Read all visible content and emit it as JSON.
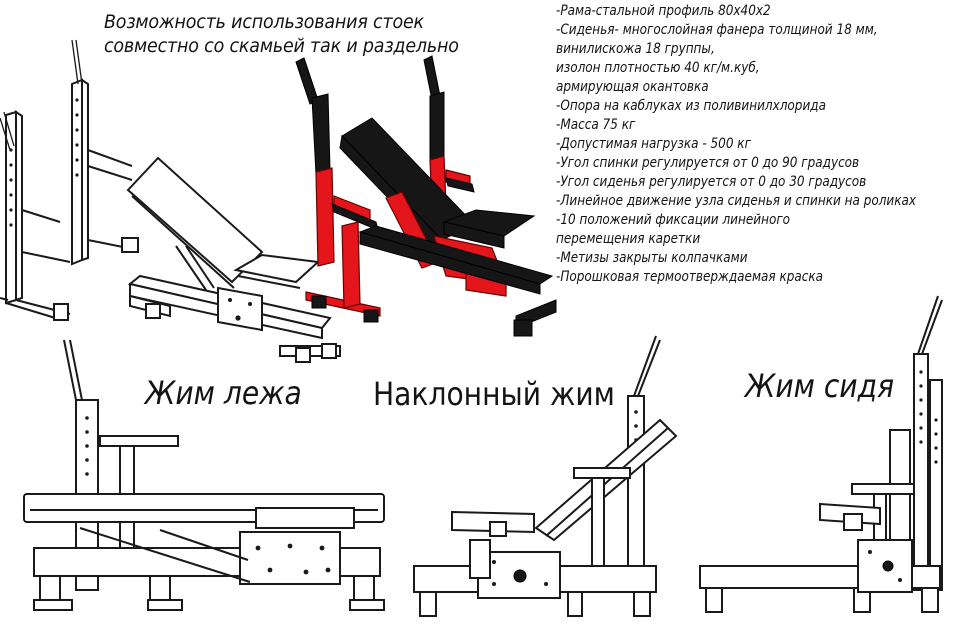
{
  "headline": {
    "line1": "Возможность использования стоек",
    "line2": "совместно со скамьей так и раздельно"
  },
  "specs": [
    "-Рама-стальной профиль 80х40х2",
    "-Сиденья- многослойная фанера толщиной 18 мм,",
    "винилискожа 18 группы,",
    "изолон плотностью 40 кг/м.куб,",
    "армирующая окантовка",
    "-Опора на каблуках из поливинилхлорида",
    "-Масса 75 кг",
    "-Допустимая нагрузка - 500 кг",
    "-Угол спинки регулируется от 0 до 90 градусов",
    "-Угол сиденья регулируется от 0 до 30 градусов",
    "-Линейное движение узла сиденья и спинки на роликах",
    "-10 положений фиксации линейного",
    "перемещения каретки",
    "-Метизы закрыты колпачками",
    "-Порошковая термоотверждаемая краска"
  ],
  "captions": {
    "flat": "Жим лежа",
    "incline": "Наклонный жим",
    "seated": "Жим сидя"
  },
  "colors": {
    "frame_red": "#e4151b",
    "upholstery_black": "#161616",
    "outline": "#1a1a1a"
  }
}
